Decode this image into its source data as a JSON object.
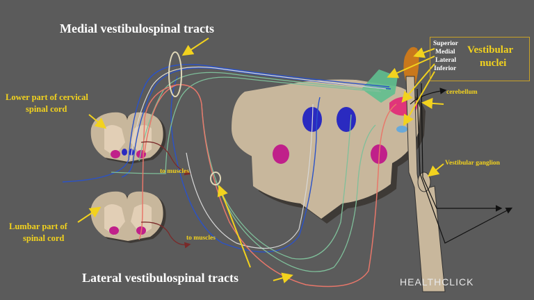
{
  "titles": {
    "medial": "Medial vestibulospinal tracts",
    "lateral": "Lateral vestibulospinal tracts"
  },
  "labels": {
    "lower_cervical_line1": "Lower part of cervical",
    "lower_cervical_line2": "spinal cord",
    "lumbar_line1": "Lumbar part of",
    "lumbar_line2": "spinal cord",
    "to_muscles_upper": "to muscles",
    "to_muscles_lower": "to muscles",
    "cerebellum": "cerebellum",
    "vestibular_ganglion": "Vestibular ganglion"
  },
  "vestibular_nuclei": {
    "title_line1": "Vestibular",
    "title_line2": "nuclei",
    "subdivisions": [
      "Superior",
      "Medial",
      "Lateral",
      "Inferior"
    ]
  },
  "watermark": "HEALTHCLICK",
  "colors": {
    "background": "#5b5b5b",
    "title_text": "#ffffff",
    "label_text": "#f2d21e",
    "arrow": "#f2d21e",
    "medial_tract_blue": "#2a52c9",
    "lateral_tract_red": "#e8776a",
    "tract_green": "#7fbf9a",
    "tissue": "#c8b79c",
    "grey_matter": "#e2cfb6",
    "motor_nucleus": "#c0208a",
    "nucleus_blue": "#2a2ac0",
    "vestibular_nucleus_green": "#5fbf8f",
    "vestibular_nucleus_orange": "#c9781c",
    "vestibular_nucleus_pink": "#e0357a"
  }
}
